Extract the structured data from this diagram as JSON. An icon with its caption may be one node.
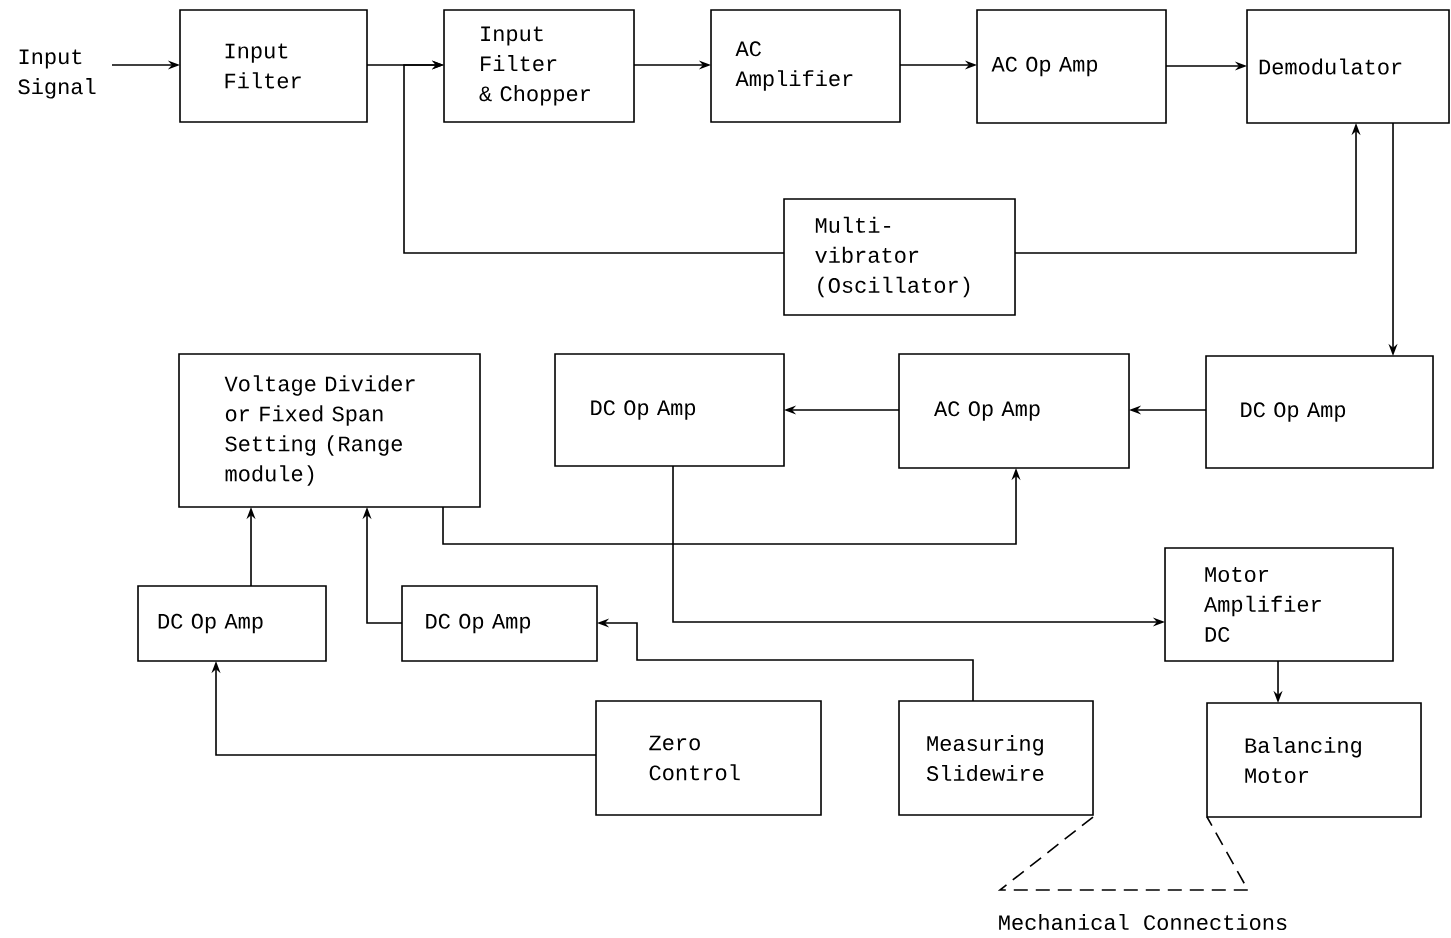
{
  "diagram": {
    "nodes": [
      {
        "text": [
          "Input Signal"
        ]
      },
      {
        "text": [
          "Input Filter"
        ]
      },
      {
        "text": [
          "Input Filter & Chopper"
        ]
      },
      {
        "text": [
          "AC Amplifier"
        ]
      },
      {
        "text": [
          "AC Op Amp"
        ]
      },
      {
        "text": [
          "Demodulator"
        ]
      },
      {
        "text": [
          "Multi- vibrator (Oscillator)"
        ]
      },
      {
        "text": [
          "Voltage Divider or Fixed Span Setting (Range module)"
        ]
      },
      {
        "text": [
          "DC Op Amp"
        ]
      },
      {
        "text": [
          "AC Op Amp"
        ]
      },
      {
        "text": [
          "DC Op Amp"
        ]
      },
      {
        "text": [
          "Motor Amplifier DC"
        ]
      },
      {
        "text": [
          "DC Op Amp"
        ]
      },
      {
        "text": [
          "DC Op Amp"
        ]
      },
      {
        "text": [
          "Zero Control"
        ]
      },
      {
        "text": [
          "Measuring Slidewire"
        ]
      },
      {
        "text": [
          "Balancing Motor"
        ]
      }
    ],
    "edges": [
      {
        "from": 0,
        "to": 1,
        "arrow": "to"
      },
      {
        "from": 1,
        "to": 2,
        "arrow": "to"
      },
      {
        "from": 6,
        "to": 2,
        "arrow": "to"
      },
      {
        "from": 2,
        "to": 3,
        "arrow": "to"
      },
      {
        "from": 3,
        "to": 4,
        "arrow": "to"
      },
      {
        "from": 4,
        "to": 5,
        "arrow": "to"
      },
      {
        "from": 6,
        "to": 5,
        "arrow": "to"
      },
      {
        "from": 5,
        "to": 10,
        "arrow": "to"
      },
      {
        "from": 10,
        "to": 9,
        "arrow": "to"
      },
      {
        "from": 9,
        "to": 8,
        "arrow": "to"
      },
      {
        "from": 7,
        "to": 9,
        "arrow": "to"
      },
      {
        "from": 8,
        "to": 11,
        "arrow": "to"
      },
      {
        "from": 11,
        "to": 16,
        "arrow": "to"
      },
      {
        "from": 12,
        "to": 7,
        "arrow": "to"
      },
      {
        "from": 13,
        "to": 7,
        "arrow": "to"
      },
      {
        "from": 14,
        "to": 12,
        "arrow": "to"
      },
      {
        "from": 15,
        "to": 13,
        "arrow": "to"
      },
      {
        "from": 15,
        "to": 16,
        "arrow": "none",
        "style": "dashed"
      }
    ],
    "labels": [
      "Mechanical Connections"
    ]
  }
}
